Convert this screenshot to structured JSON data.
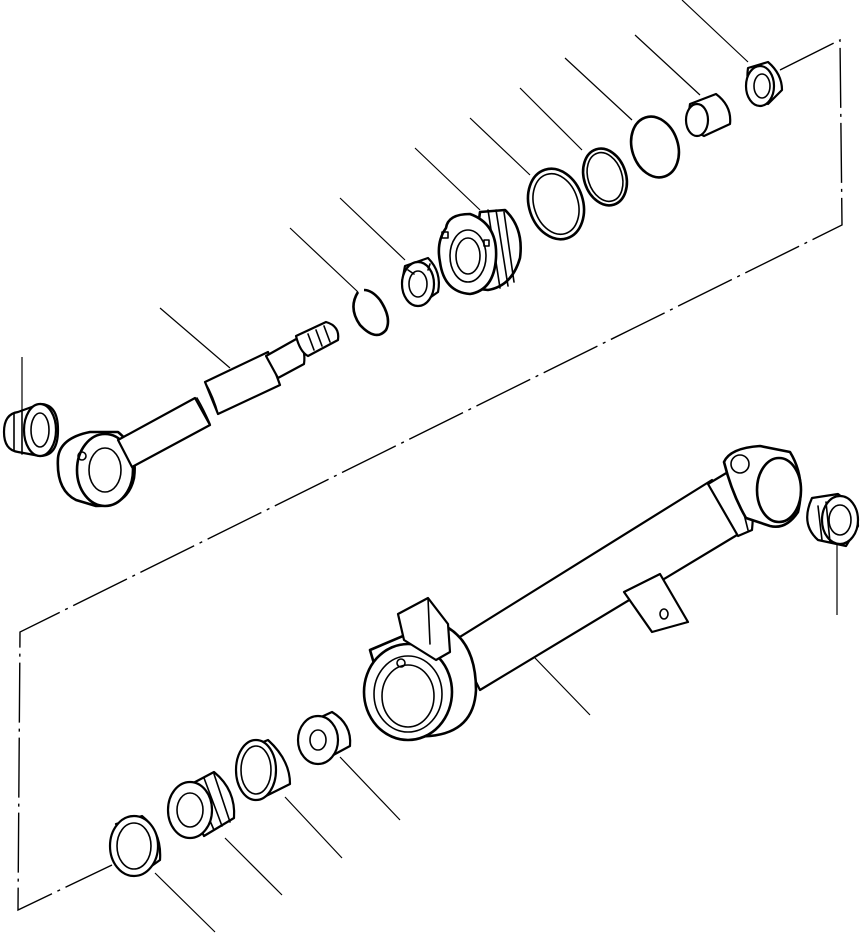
{
  "diagram": {
    "kind": "exploded-parts-view",
    "parts": [
      "rod-end-bushing",
      "piston-rod",
      "snap-ring",
      "rod-nut",
      "cylinder-head",
      "o-ring-small",
      "backup-ring",
      "o-ring-large",
      "rod-bushing",
      "dust-seal",
      "cylinder-tube",
      "tube-end-bushing",
      "spacer",
      "wear-ring",
      "piston",
      "piston-seal"
    ],
    "colors": {
      "line": "#000000",
      "background": "#ffffff"
    }
  }
}
